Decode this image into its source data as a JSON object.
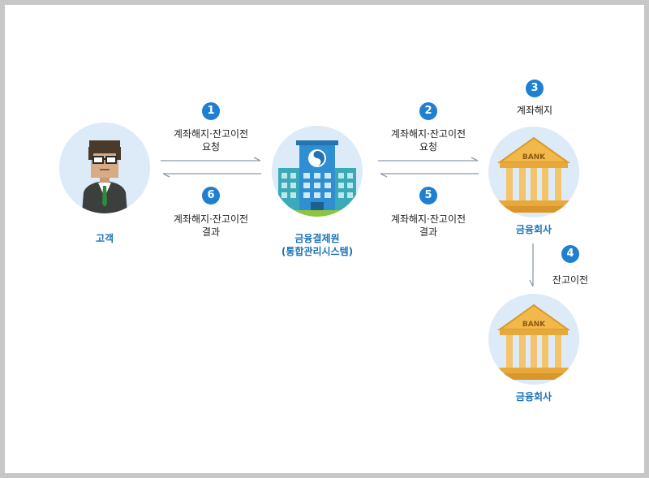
{
  "nodes": {
    "customer": {
      "label": "고객"
    },
    "kftc": {
      "label_line1": "금융결제원",
      "label_line2": "(통합관리시스템)"
    },
    "bank1": {
      "label": "금융회사",
      "sign": "BANK"
    },
    "bank2": {
      "label": "금융회사",
      "sign": "BANK"
    }
  },
  "steps": [
    {
      "number": "1",
      "line1": "계좌해지·잔고이전",
      "line2": "요청"
    },
    {
      "number": "2",
      "line1": "계좌해지·잔고이전",
      "line2": "요청"
    },
    {
      "number": "3",
      "line1": "계좌해지"
    },
    {
      "number": "4",
      "line1": "잔고이전"
    },
    {
      "number": "5",
      "line1": "계좌해지·잔고이전",
      "line2": "결과"
    },
    {
      "number": "6",
      "line1": "계좌해지·잔고이전",
      "line2": "결과"
    }
  ],
  "colors": {
    "badge": "#1f7fd1",
    "node_label": "#1a72b8",
    "circle_bg": "#dcebf7",
    "arrow": "#8a9aa8",
    "frame": "#c7c7c7"
  }
}
